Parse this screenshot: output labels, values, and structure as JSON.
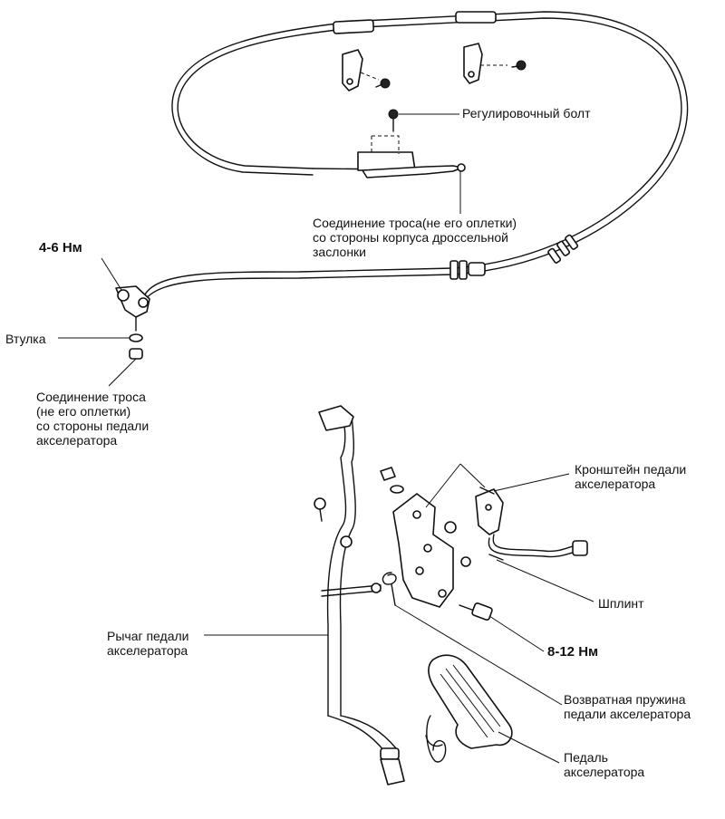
{
  "labels": {
    "adjust_bolt": "Регулировочный болт",
    "cable_throttle_end": "Соединение троса(не его оплетки)\nсо стороны корпуса дроссельной\nзаслонки",
    "torque_top": "4-6 Нм",
    "bushing": "Втулка",
    "cable_pedal_end": "Соединение троса\n(не его оплетки)\nсо стороны педали\nакселератора",
    "bracket": "Кронштейн педали\nакселератора",
    "cotter_pin": "Шплинт",
    "pedal_lever": "Рычаг педали\nакселератора",
    "torque_bottom": "8-12 Нм",
    "return_spring": "Возвратная пружина\nпедали акселератора",
    "pedal": "Педаль\nакселератора"
  }
}
